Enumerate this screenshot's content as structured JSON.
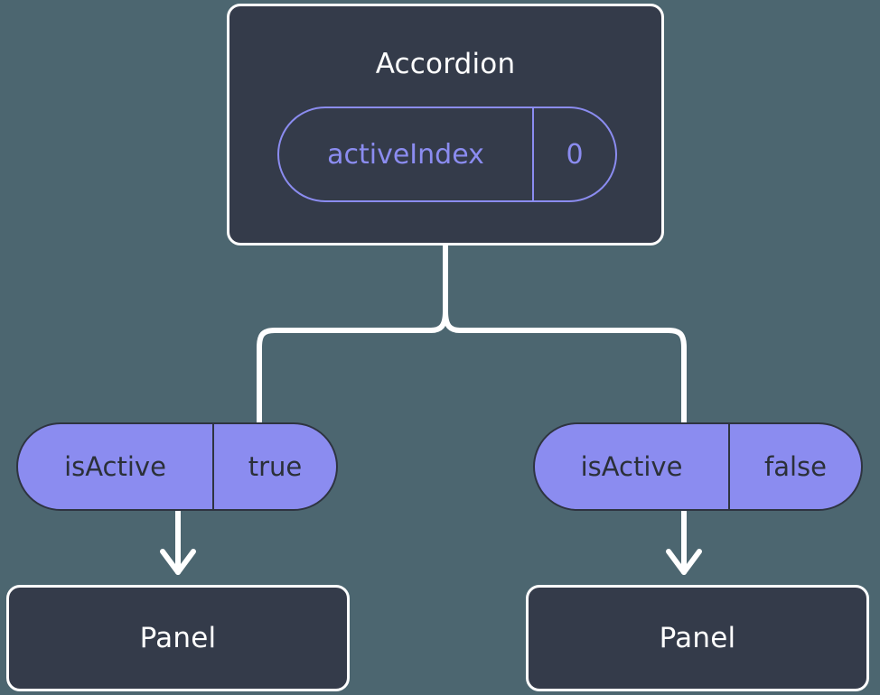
{
  "canvas": {
    "background": "#4c6670",
    "wire_color": "#ffffff",
    "accent": "#8b8cf0",
    "box_fill": "#343b4a",
    "box_border": "#ffffff",
    "pill_text_dark": "#2b3038"
  },
  "root": {
    "title": "Accordion",
    "state_pill": {
      "key": "activeIndex",
      "value": "0"
    }
  },
  "branches": [
    {
      "prop_pill": {
        "key": "isActive",
        "value": "true"
      },
      "child": {
        "title": "Panel"
      }
    },
    {
      "prop_pill": {
        "key": "isActive",
        "value": "false"
      },
      "child": {
        "title": "Panel"
      }
    }
  ]
}
